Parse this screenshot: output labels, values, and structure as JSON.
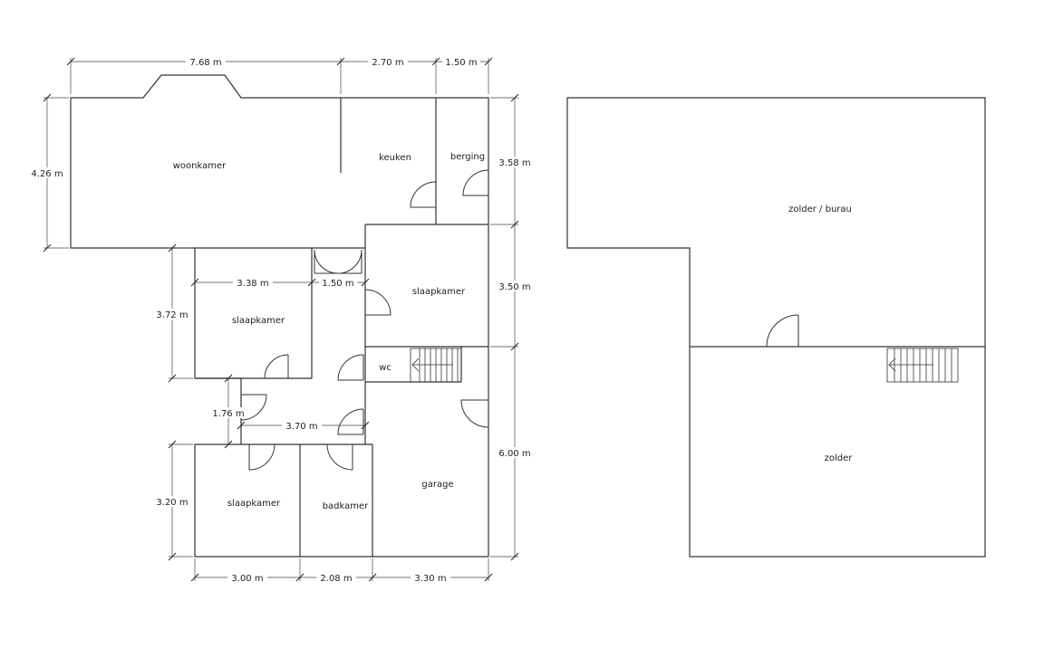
{
  "plan": {
    "ground_floor": {
      "rooms": {
        "woonkamer": "woonkamer",
        "keuken": "keuken",
        "berging": "berging",
        "slaapkamer_main": "slaapkamer",
        "slaapkamer_left": "slaapkamer",
        "slaapkamer_bottom": "slaapkamer",
        "badkamer": "badkamer",
        "wc": "wc",
        "garage": "garage"
      },
      "dimensions": {
        "top_woonkamer": "7.68 m",
        "top_keuken": "2.70 m",
        "top_berging": "1.50 m",
        "left_woonkamer": "4.26 m",
        "right_berging": "3.58 m",
        "right_slaapkamer": "3.50 m",
        "right_garage": "6.00 m",
        "left_slaapkamer": "3.72 m",
        "inner_slaapkamer_width": "3.38 m",
        "inner_hall_width": "1.50 m",
        "corridor_height": "1.76 m",
        "corridor_width": "3.70 m",
        "left_bottom_slaapkamer": "3.20 m",
        "bottom_slaapkamer": "3.00 m",
        "bottom_badkamer": "2.08 m",
        "bottom_garage": "3.30 m"
      }
    },
    "attic": {
      "rooms": {
        "zolder_burau": "zolder / burau",
        "zolder": "zolder"
      }
    }
  }
}
